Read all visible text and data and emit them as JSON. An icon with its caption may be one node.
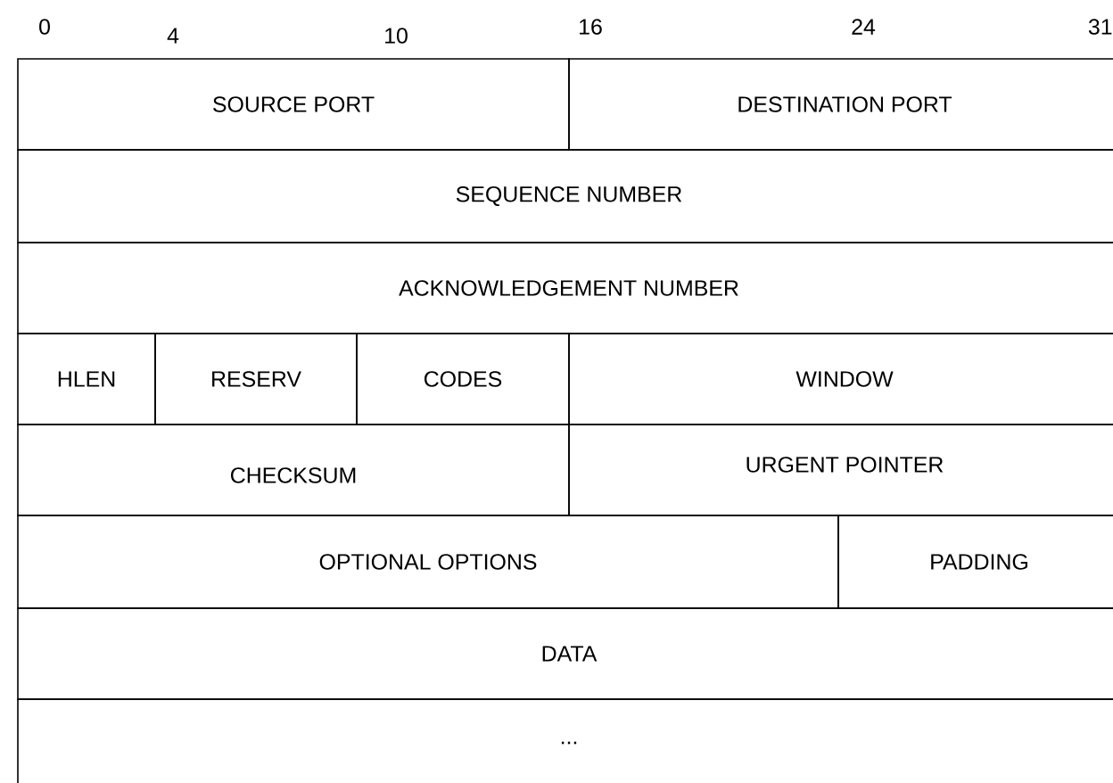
{
  "diagram": {
    "nodes": [
      {
        "text": [
          "SOURCE PORT"
        ]
      },
      {
        "text": [
          "DESTINATION PORT"
        ]
      },
      {
        "text": [
          "SEQUENCE NUMBER"
        ]
      },
      {
        "text": [
          "ACKNOWLEDGEMENT NUMBER"
        ]
      },
      {
        "text": [
          "HLEN"
        ]
      },
      {
        "text": [
          "RESERV"
        ]
      },
      {
        "text": [
          "CODES"
        ]
      },
      {
        "text": [
          "WINDOW"
        ]
      },
      {
        "text": [
          "CHECKSUM"
        ]
      },
      {
        "text": [
          "URGENT POINTER"
        ]
      },
      {
        "text": [
          "OPTIONAL OPTIONS"
        ]
      },
      {
        "text": [
          "PADDING"
        ]
      },
      {
        "text": [
          "DATA"
        ]
      },
      {
        "text": [
          "..."
        ]
      }
    ],
    "labels": [
      "0",
      "4",
      "10",
      "16",
      "24",
      "31"
    ]
  }
}
